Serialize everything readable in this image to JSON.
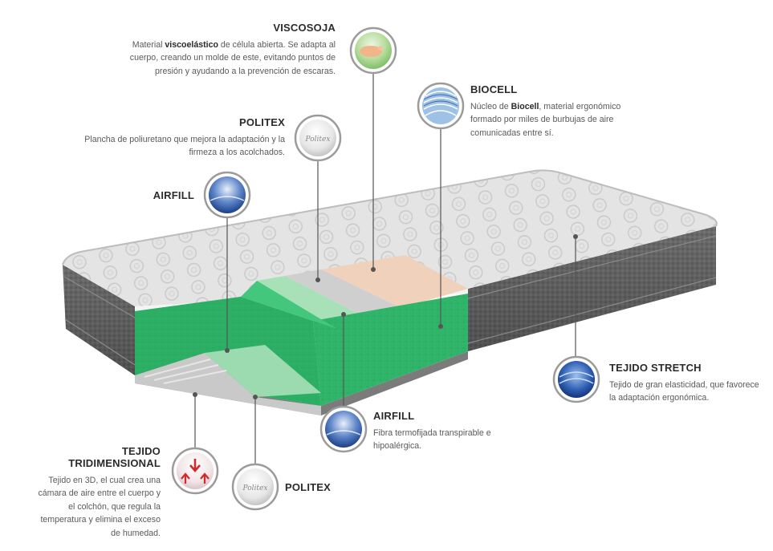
{
  "colors": {
    "foam_green": "#2fb46a",
    "viscosoja": "#f0d2bc",
    "tick_border": "#b8b8b8",
    "text": "#5a5a5a",
    "title": "#2b2b2b"
  },
  "labels": {
    "viscosoja": {
      "title": "VISCOSOJA",
      "desc_pre": "Material ",
      "desc_bold": "viscoelástico",
      "desc_post": " de célula abierta. Se adapta al cuerpo, creando un molde de este, evitando puntos de presión y ayudando a la prevención de escaras.",
      "icon": "soy-foam-icon"
    },
    "biocell": {
      "title": "BIOCELL",
      "desc_pre": "Núcleo de ",
      "desc_bold": "Biocell",
      "desc_post": ", material ergonómico formado por miles de burbujas de aire comunicadas entre sí.",
      "icon": "biocell-icon"
    },
    "politex_top": {
      "title": "POLITEX",
      "desc": "Plancha de poliuretano que mejora la adaptación y la firmeza a los acolchados.",
      "icon": "politex-icon",
      "icon_text": "Politex"
    },
    "airfill_top": {
      "title": "AIRFILL",
      "icon": "airfill-icon"
    },
    "tejido_stretch": {
      "title": "TEJIDO STRETCH",
      "desc": "Tejido de gran elasticidad, que favorece la adaptación ergonómica.",
      "icon": "stretch-fabric-icon"
    },
    "airfill_bottom": {
      "title": "AIRFILL",
      "desc": "Fibra termofijada transpirable e hipoalérgica.",
      "icon": "airfill-icon"
    },
    "tejido_3d": {
      "title": "TEJIDO TRIDIMENSIONAL",
      "desc": "Tejido en 3D, el cual crea una cámara de aire entre el cuerpo y el colchón, que regula la temperatura y elimina el exceso de humedad.",
      "icon": "airflow-arrows-icon"
    },
    "politex_bottom": {
      "title": "POLITEX",
      "icon": "politex-icon",
      "icon_text": "Politex"
    }
  }
}
